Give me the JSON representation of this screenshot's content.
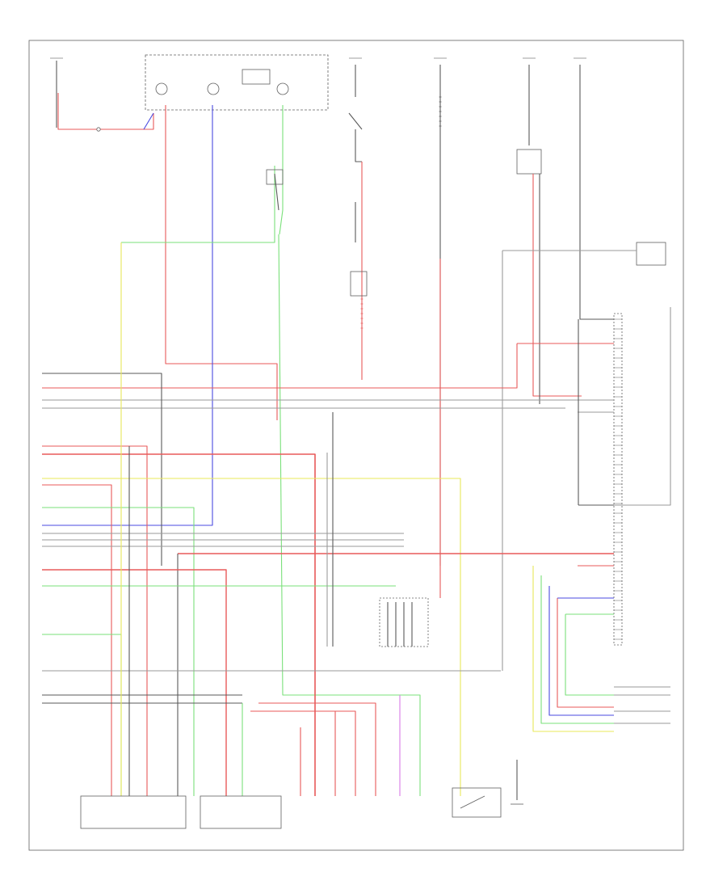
{
  "figure_number": "",
  "colors": {
    "black": "#5a5a5a",
    "red": "#e85a5a",
    "blue": "#4a4ae0",
    "green": "#7ae07a",
    "yellow": "#e8e85a",
    "violet": "#d87ae8",
    "gray": "#9a9a9a",
    "frame": "#606060"
  },
  "components": [
    {
      "id": "panel-hot-run-left",
      "label": ""
    },
    {
      "id": "instrument-cluster",
      "label": ""
    },
    {
      "id": "hot-fuse-2",
      "label": ""
    },
    {
      "id": "hot-fuse-3",
      "label": ""
    },
    {
      "id": "hot-fuse-4",
      "label": ""
    },
    {
      "id": "hot-fuse-5",
      "label": ""
    },
    {
      "id": "engine-control-module",
      "label": ""
    },
    {
      "id": "center-relay-box",
      "label": ""
    },
    {
      "id": "abs-control-unit",
      "label": ""
    },
    {
      "id": "junction-connector",
      "label": ""
    },
    {
      "id": "traction-control-switch",
      "label": ""
    },
    {
      "id": "throttle-sensor-connector",
      "label": ""
    },
    {
      "id": "tcs-control-module",
      "label": ""
    },
    {
      "id": "tcs-indicator-light-connector",
      "label": ""
    },
    {
      "id": "ground-point",
      "label": ""
    }
  ]
}
